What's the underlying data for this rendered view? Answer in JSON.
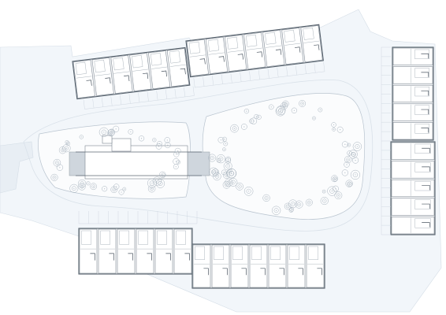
{
  "plan": {
    "colors": {
      "ground": "#f2f6fa",
      "building_outline": "#55606b",
      "unit_line": "#7d8792",
      "green_area_outline": "#b9c4cf",
      "pavilion_fill": "#cfd6dd"
    },
    "housing_rows": [
      {
        "name": "north-row-west",
        "unit_count": 6
      },
      {
        "name": "north-row-east",
        "unit_count": 7
      },
      {
        "name": "east-row-upper",
        "unit_count": 5
      },
      {
        "name": "east-row-lower",
        "unit_count": 5
      },
      {
        "name": "south-row-west",
        "unit_count": 6
      },
      {
        "name": "south-row-east",
        "unit_count": 7
      }
    ],
    "features": [
      "central-green",
      "west-green",
      "community-pavilion",
      "access-road"
    ]
  }
}
